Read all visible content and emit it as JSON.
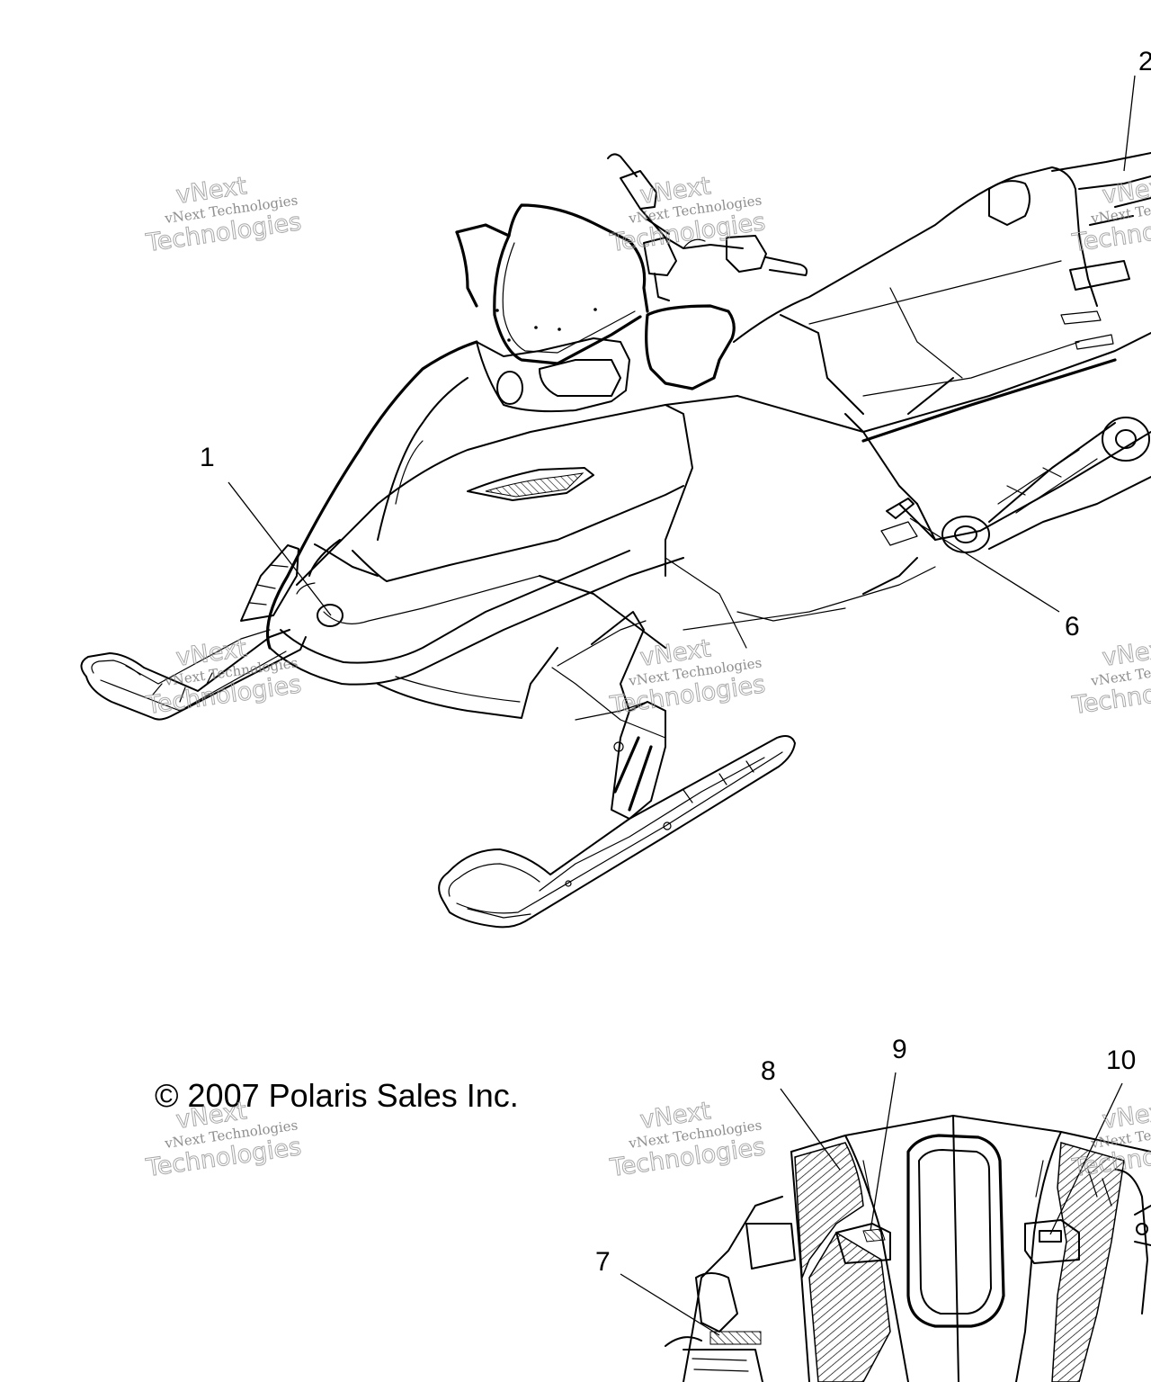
{
  "diagram": {
    "copyright": "© 2007 Polaris Sales Inc.",
    "callouts": [
      {
        "id": "1",
        "label": "1"
      },
      {
        "id": "2",
        "label": "2"
      },
      {
        "id": "6",
        "label": "6"
      },
      {
        "id": "7",
        "label": "7"
      },
      {
        "id": "8",
        "label": "8"
      },
      {
        "id": "9",
        "label": "9"
      },
      {
        "id": "10",
        "label": "10"
      }
    ],
    "watermark": {
      "line1": "vNext Technologies",
      "line2": "Technologies",
      "line3": "vNext"
    }
  }
}
